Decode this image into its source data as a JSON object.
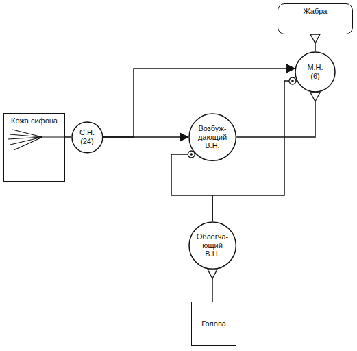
{
  "diagram": {
    "nodes": [
      {
        "text": [
          "Кожа сифона"
        ]
      },
      {
        "text": [
          "С.Н. (24)"
        ]
      },
      {
        "text": [
          "Возбуж- дающий В.Н."
        ]
      },
      {
        "text": [
          "М.Н. (6)"
        ]
      },
      {
        "text": [
          "Жабра"
        ]
      },
      {
        "text": [
          "Облегча- ющий В.Н."
        ]
      },
      {
        "text": [
          "Голова"
        ]
      }
    ],
    "edges": [
      {
        "from": 0,
        "to": 1,
        "arrow": "none"
      },
      {
        "from": 1,
        "to": 3,
        "arrow": "to"
      },
      {
        "from": 1,
        "to": 2,
        "arrow": "to"
      },
      {
        "from": 2,
        "to": 3,
        "arrow": "to"
      },
      {
        "from": 3,
        "to": 4,
        "arrow": "to"
      },
      {
        "from": 6,
        "to": 5,
        "arrow": "to"
      },
      {
        "from": 5,
        "to": 2,
        "arrow": "to"
      },
      {
        "from": 5,
        "to": 3,
        "arrow": "to"
      }
    ]
  }
}
